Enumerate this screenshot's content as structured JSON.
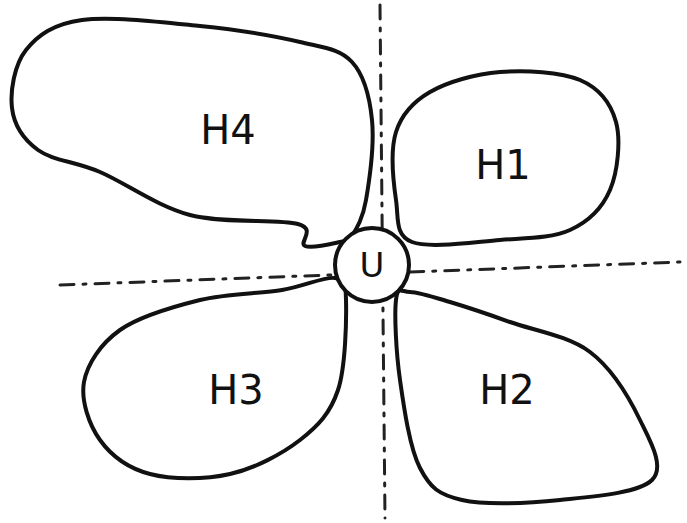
{
  "diagram": {
    "nodes": [
      {
        "text": [
          "H4"
        ]
      },
      {
        "text": [
          "H1"
        ]
      },
      {
        "text": [
          "U"
        ]
      },
      {
        "text": [
          "H3"
        ]
      },
      {
        "text": [
          "H2"
        ]
      }
    ]
  }
}
